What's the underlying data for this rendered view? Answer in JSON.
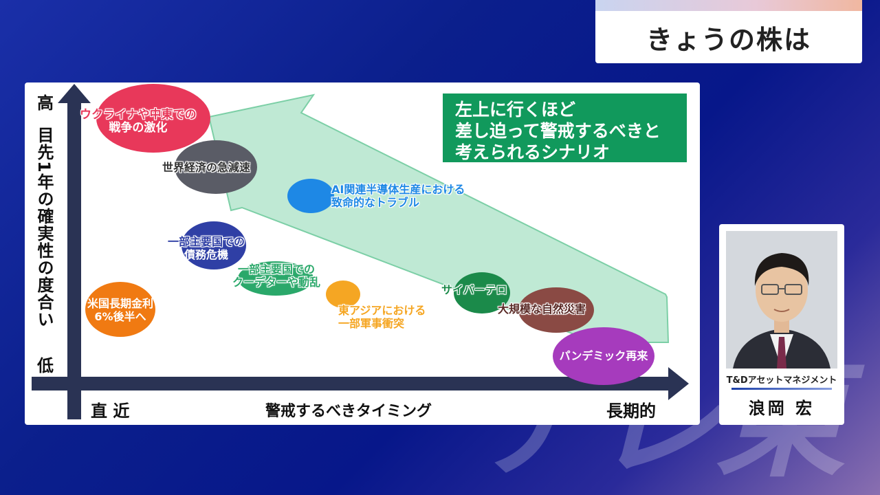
{
  "header": {
    "title": "きょうの株は"
  },
  "watermark": "テレ東",
  "diagram": {
    "y_high": "高",
    "y_low": "低",
    "y_axis_label": "目先1年の確実性の度合い",
    "x_left": "直 近",
    "x_axis_label": "警戒するべきタイミング",
    "x_right": "長期的",
    "callout_lines": [
      "左上に行くほど",
      "差し迫って警戒するべきと",
      "考えられるシナリオ"
    ],
    "scenarios": [
      {
        "id": "ukraine",
        "lines": [
          "ウクライナや中東での",
          "戦争の激化"
        ],
        "color": "#e8385a"
      },
      {
        "id": "world_econ",
        "lines": [
          "世界経済の急減速"
        ],
        "color": "#5a5c66"
      },
      {
        "id": "ai",
        "lines": [
          "AI関連半導体生産における",
          "致命的なトラブル"
        ],
        "color": "#1e88e5"
      },
      {
        "id": "debt",
        "lines": [
          "一部主要国での",
          "債務危機"
        ],
        "color": "#2f3fa5"
      },
      {
        "id": "coup",
        "lines": [
          "一部主要国での",
          "クーデターや動乱"
        ],
        "color": "#2aa86a"
      },
      {
        "id": "us_rate",
        "lines": [
          "米国長期金利",
          "6%後半へ"
        ],
        "color": "#f07a12"
      },
      {
        "id": "east_asia",
        "lines": [
          "東アジアにおける",
          "一部軍事衝突"
        ],
        "color": "#f5a623"
      },
      {
        "id": "cyber",
        "lines": [
          "サイバーテロ"
        ],
        "color": "#1b8a4a"
      },
      {
        "id": "disaster",
        "lines": [
          "大規模な自然災害"
        ],
        "color": "#8a4a44"
      },
      {
        "id": "pandemic",
        "lines": [
          "パンデミック再来"
        ],
        "color": "#a63bbd"
      }
    ]
  },
  "person": {
    "company": "T&Dアセットマネジメント",
    "name": "浪岡 宏"
  },
  "colors": {
    "arrow_fill": "#bfe9d4",
    "arrow_stroke": "#7ccfa6",
    "axis": "#2a3354"
  }
}
